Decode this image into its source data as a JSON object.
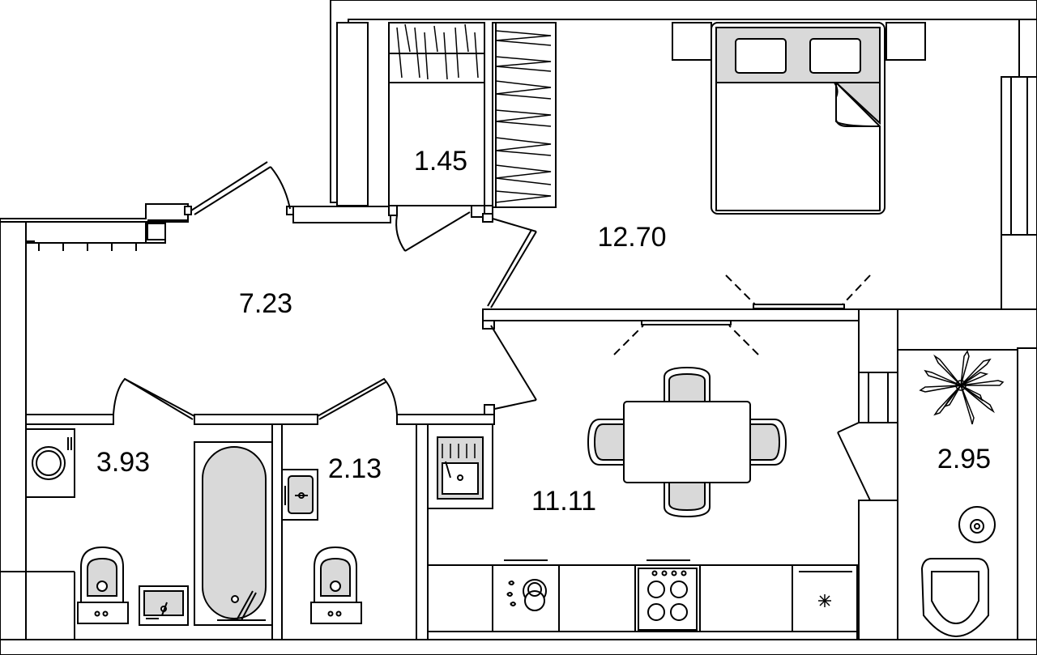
{
  "colors": {
    "background": "#ffffff",
    "wall": "#000000",
    "fill_gray": "#d9d9d9",
    "watermark": "#eeeeee"
  },
  "rooms": [
    {
      "id": "storage",
      "area": "1.45"
    },
    {
      "id": "bedroom",
      "area": "12.70"
    },
    {
      "id": "hallway",
      "area": "7.23"
    },
    {
      "id": "bathroom",
      "area": "3.93"
    },
    {
      "id": "toilet",
      "area": "2.13"
    },
    {
      "id": "kitchen",
      "area": "11.11"
    },
    {
      "id": "balcony",
      "area": "2.95"
    }
  ]
}
